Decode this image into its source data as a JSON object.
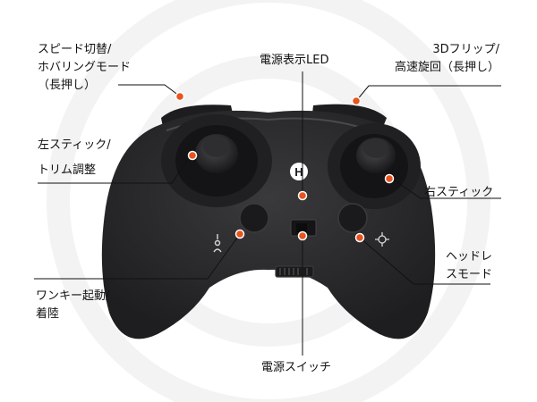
{
  "labels": {
    "speed_switch": [
      "スピード切替/",
      "ホバリングモード",
      "（長押し）"
    ],
    "flip": [
      "3Dフリップ/",
      "高速旋回（長押し）"
    ],
    "power_indicator": "電源表示LED",
    "left_stick": [
      "左スティック/",
      "トリム調整"
    ],
    "right_stick": "右スティック",
    "headless": [
      "ヘッドレ",
      "スモード"
    ],
    "one_key": [
      "ワンキー起動/",
      "着陸"
    ],
    "power_switch": "電源スイッチ"
  },
  "logo_letter": "H",
  "colors": {
    "accent": "#e8531e",
    "body": "#2b2b2d",
    "line": "#111111"
  }
}
